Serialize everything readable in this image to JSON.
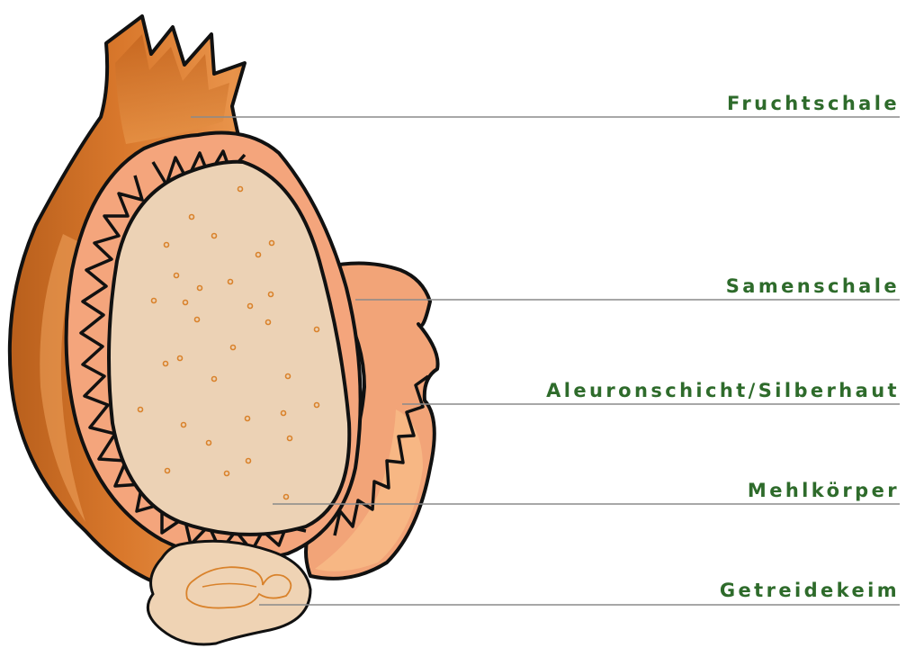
{
  "labels": {
    "fruchtschale": "Fruchtschale",
    "samenschale": "Samenschale",
    "aleuronschicht": "Aleuronschicht/Silberhaut",
    "mehlkoerper": "Mehlkörper",
    "getreidekeim": "Getreidekeim"
  },
  "colors": {
    "label_text": "#2e6b2b",
    "leader_line": "#8a8a8a",
    "fruit_shell": "#c96a22",
    "fruit_shell_light": "#e08a3c",
    "seed_coat": "#f0a478",
    "aleurone": "#f4b190",
    "endosperm": "#ecd2b5",
    "germ": "#efd3b4",
    "outline": "#111111",
    "dots": "#d9822b"
  },
  "icons": {
    "grain": "grain-cross-section-icon"
  }
}
